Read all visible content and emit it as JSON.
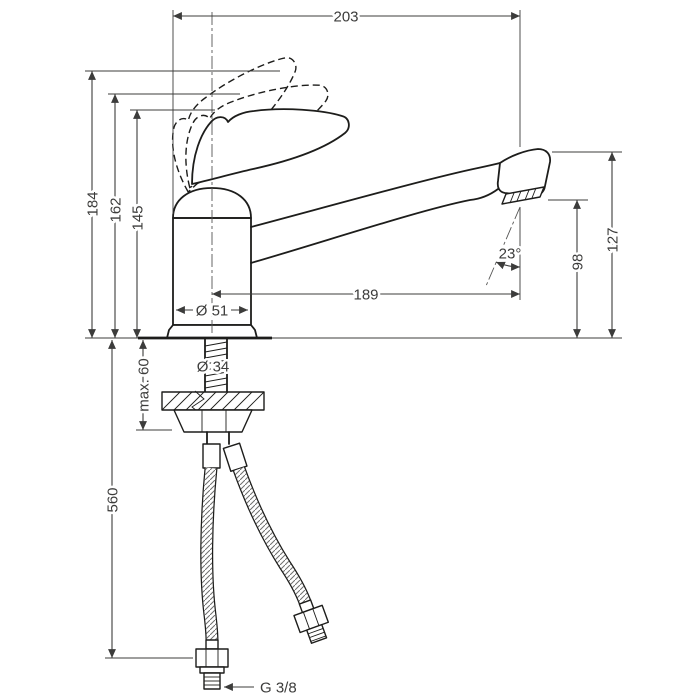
{
  "colors": {
    "line": "#1d1d1b",
    "dimension": "#3c3c3b",
    "background": "#ffffff"
  },
  "drawing": {
    "dimensions": {
      "overall_length": "203",
      "lever_height_max": "184",
      "lever_height_mid": "162",
      "lever_height_rest": "145",
      "spout_reach": "189",
      "body_diameter": "Ø 51",
      "shank_diameter": "Ø 34",
      "max_mounting_thickness": "max. 60",
      "hose_length": "560",
      "outlet_height": "98",
      "spout_height": "127",
      "spray_angle": "23°",
      "connection_thread": "G 3/8"
    }
  }
}
